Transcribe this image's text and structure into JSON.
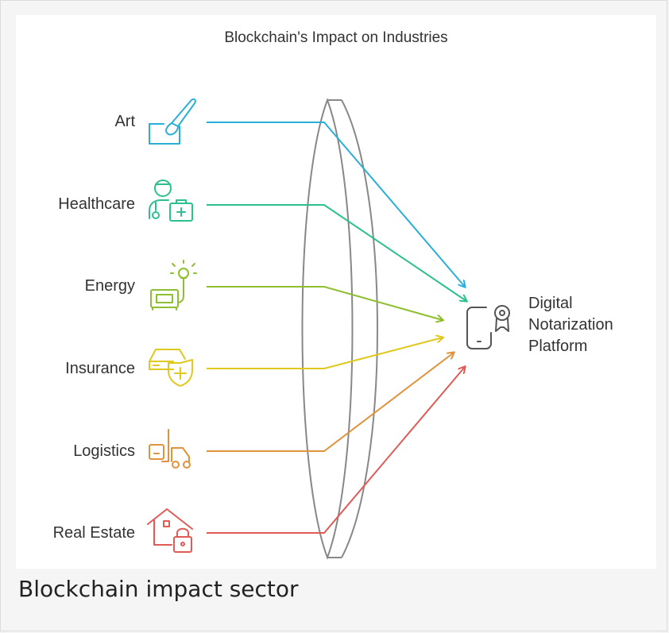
{
  "title": "Blockchain's Impact on Industries",
  "caption": "Blockchain impact sector",
  "target": {
    "lines": [
      "Digital",
      "Notarization",
      "Platform"
    ],
    "icon": "smartphone-badge-icon"
  },
  "sources": [
    {
      "label": "Art",
      "icon": "paintbrush-icon",
      "color": "#2ab0d8"
    },
    {
      "label": "Healthcare",
      "icon": "doctor-medkit-icon",
      "color": "#2cc08e"
    },
    {
      "label": "Energy",
      "icon": "generator-lightbulb-icon",
      "color": "#8dbf2e"
    },
    {
      "label": "Insurance",
      "icon": "car-shield-icon",
      "color": "#e1c81e"
    },
    {
      "label": "Logistics",
      "icon": "forklift-icon",
      "color": "#e0923c"
    },
    {
      "label": "Real Estate",
      "icon": "house-lock-icon",
      "color": "#e05b55"
    }
  ]
}
